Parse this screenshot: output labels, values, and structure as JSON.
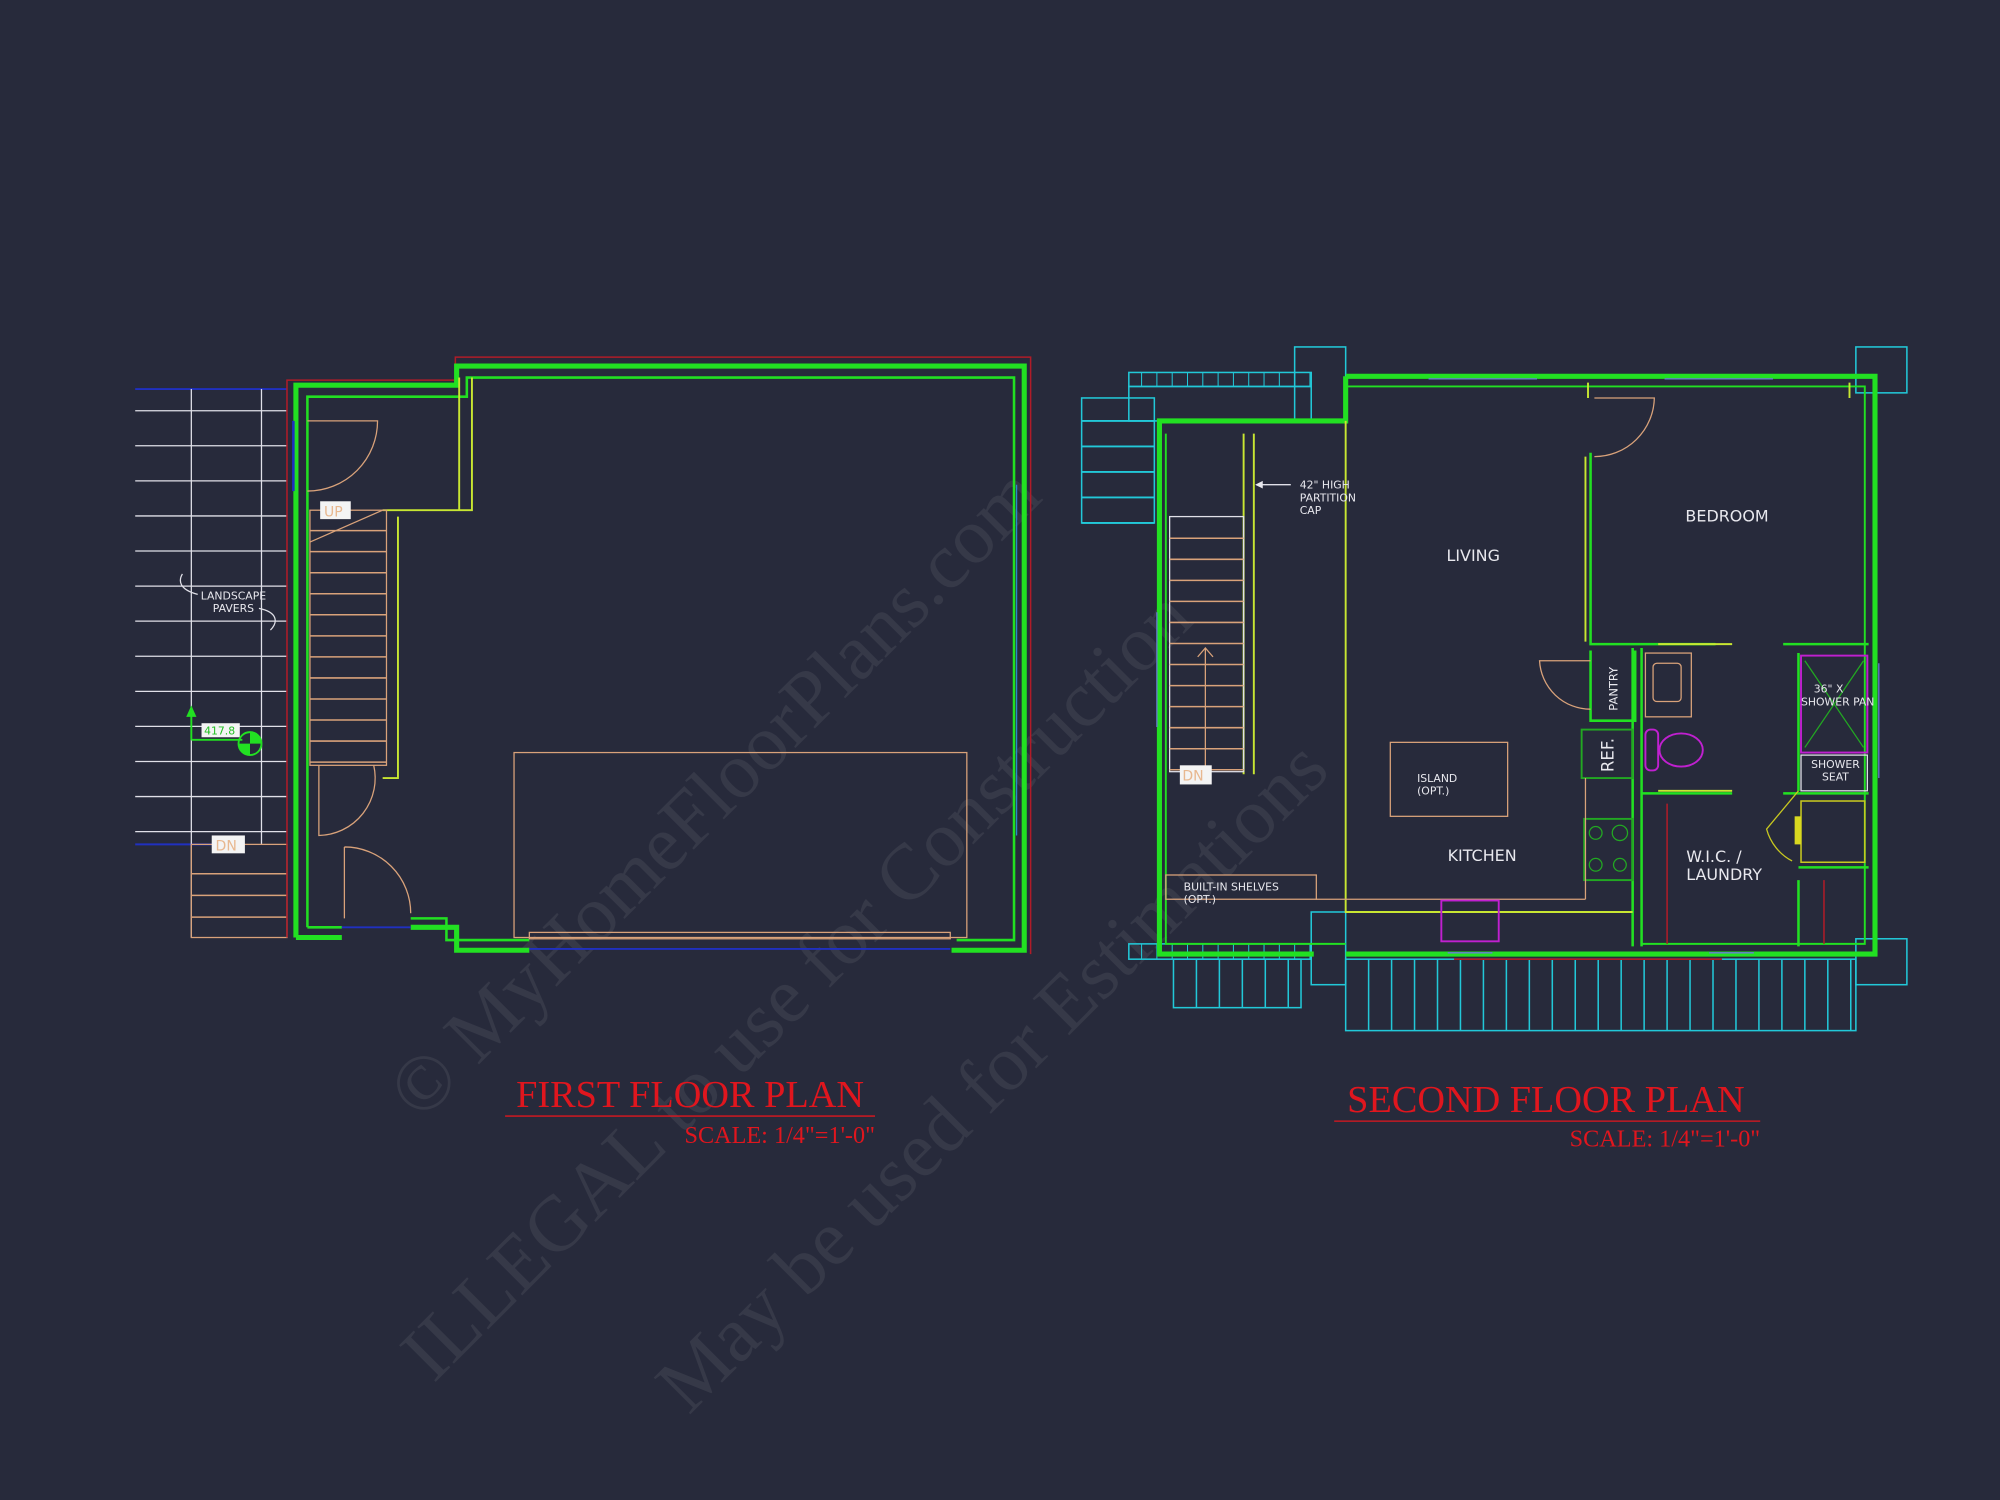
{
  "watermark": {
    "line1": "© MyHomeFloorPlans.com",
    "line2": "ILLEGAL to use for Construction",
    "line3": "May be used for Estimations"
  },
  "first_floor": {
    "title": "FIRST FLOOR PLAN",
    "scale": "SCALE: 1/4\"=1'-0\"",
    "up_label": "UP",
    "dn_label": "DN",
    "pavers_line1": "LANDSCAPE",
    "pavers_line2": "PAVERS",
    "elevation": "417.8"
  },
  "second_floor": {
    "title": "SECOND FLOOR PLAN",
    "scale": "SCALE: 1/4\"=1'-0\"",
    "dn_label": "DN",
    "rooms": {
      "living": "LIVING",
      "bedroom": "BEDROOM",
      "kitchen": "KITCHEN",
      "wic": "W.I.C. /",
      "laundry": "LAUNDRY",
      "pantry": "PANTRY",
      "ref": "REF."
    },
    "notes": {
      "partition1": "42\" HIGH",
      "partition2": "PARTITION",
      "partition3": "CAP",
      "island1": "ISLAND",
      "island2": "(OPT.)",
      "shelves1": "BUILT-IN SHELVES",
      "shelves2": "(OPT.)",
      "shower1": "36\" X",
      "shower2": "SHOWER PAN",
      "seat1": "SHOWER",
      "seat2": "SEAT"
    }
  },
  "colors": {
    "background": "#272a3b",
    "wall": "#22e022",
    "title": "#e0161e",
    "deck": "#22c8d8",
    "fixture": "#c020d0"
  }
}
